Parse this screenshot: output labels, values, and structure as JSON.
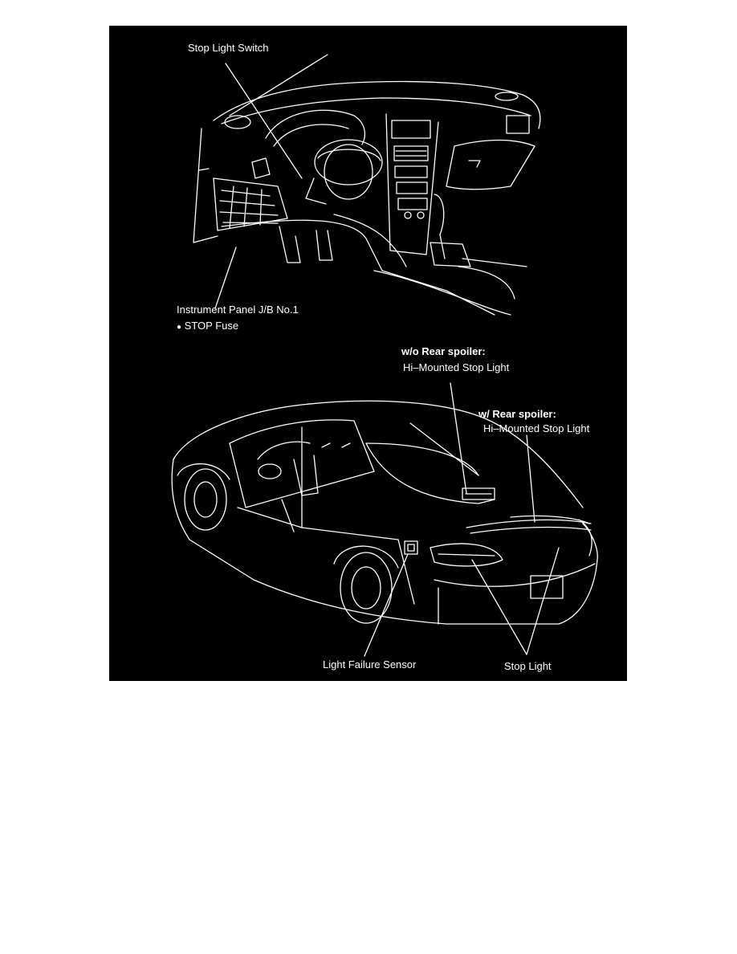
{
  "figure": {
    "background": "#000000",
    "line_color": "#ffffff",
    "labels": {
      "stop_light_switch": "Stop Light Switch",
      "instrument_panel_jb": "Instrument Panel J/B No.1",
      "stop_fuse": "STOP Fuse",
      "stop_fuse_bullet": "●",
      "wo_rear_spoiler": "w/o Rear spoiler:",
      "hi_mounted_1": "Hi–Mounted Stop Light",
      "w_rear_spoiler": "w/ Rear spoiler:",
      "hi_mounted_2": "Hi–Mounted Stop Light",
      "light_failure_sensor": "Light Failure Sensor",
      "stop_light": "Stop Light"
    }
  }
}
